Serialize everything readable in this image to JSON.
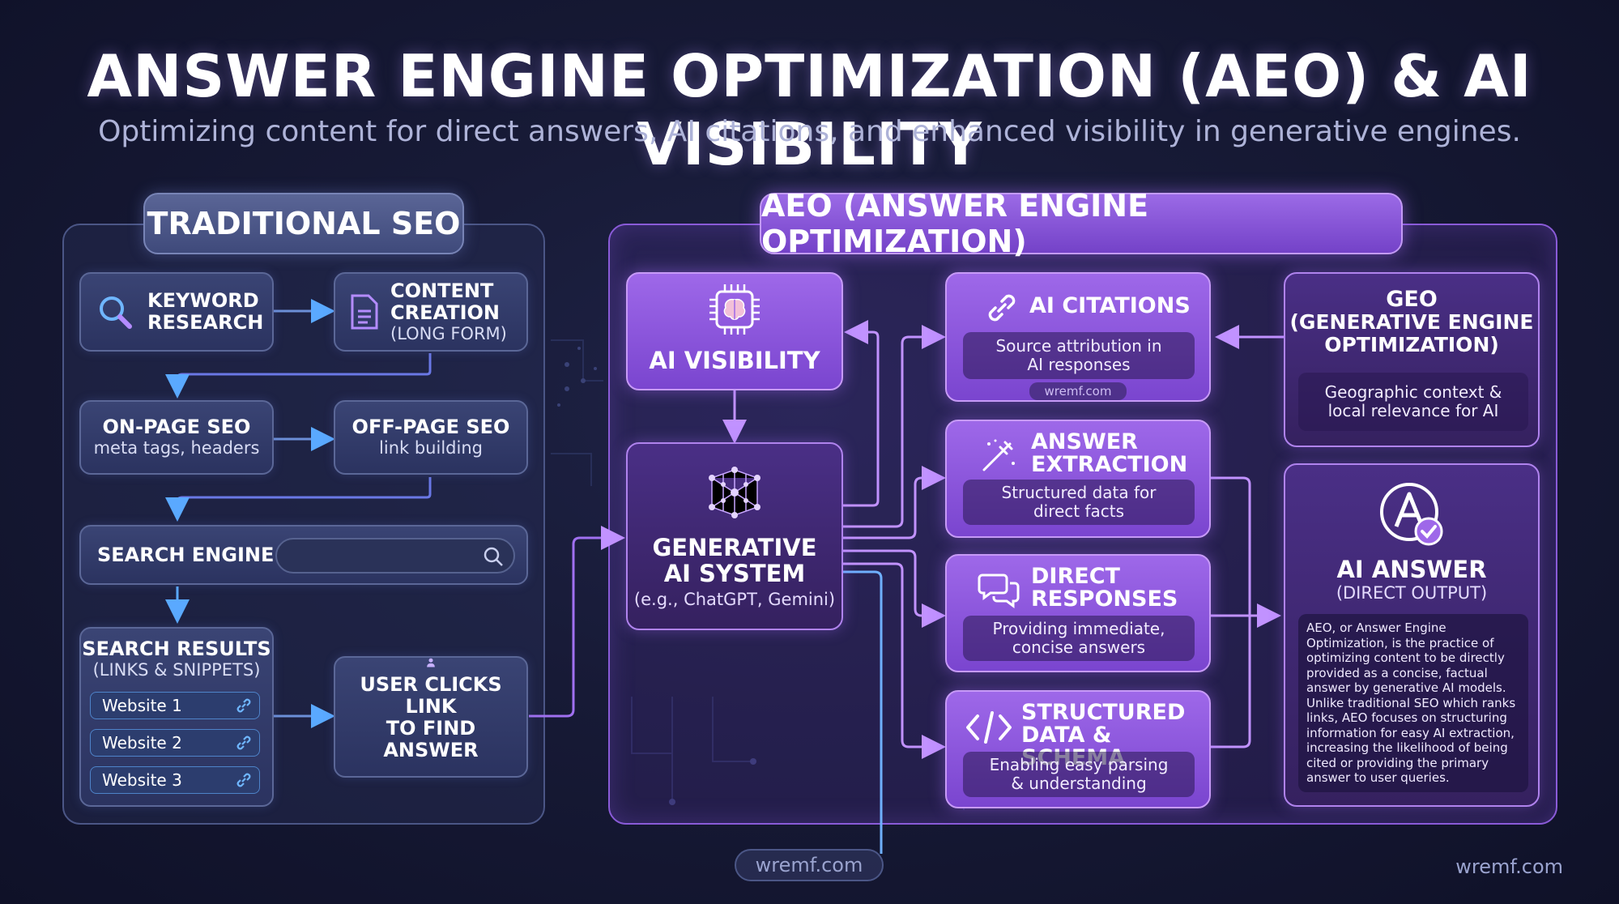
{
  "title": "ANSWER ENGINE OPTIMIZATION (AEO) & AI VISIBILITY",
  "subtitle": "Optimizing content for direct answers, AI citations, and enhanced visibility in generative engines.",
  "traditional_seo": {
    "header": "TRADITIONAL SEO",
    "keyword_research": "KEYWORD RESEARCH",
    "content_creation": "CONTENT CREATION",
    "content_creation_sub": "(LONG FORM)",
    "on_page": "ON-PAGE SEO",
    "on_page_sub": "meta tags, headers",
    "off_page": "OFF-PAGE SEO",
    "off_page_sub": "link building",
    "search_engine": "SEARCH ENGINE",
    "search_results": "SEARCH RESULTS",
    "search_results_sub": "(LINKS & SNIPPETS)",
    "websites": [
      "Website 1",
      "Website 2",
      "Website 3"
    ],
    "user_clicks_line1": "USER CLICKS LINK",
    "user_clicks_line2": "TO FIND ANSWER"
  },
  "aeo": {
    "header": "AEO (ANSWER ENGINE OPTIMIZATION)",
    "ai_visibility": "AI VISIBILITY",
    "gen_ai_line1": "GENERATIVE",
    "gen_ai_line2": "AI SYSTEM",
    "gen_ai_sub": "(e.g., ChatGPT, Gemini)",
    "ai_citations": "AI CITATIONS",
    "ai_citations_desc1": "Source attribution in",
    "ai_citations_desc2": "AI responses",
    "ai_citations_watermark": "wremf.com",
    "answer_extraction_line1": "ANSWER",
    "answer_extraction_line2": "EXTRACTION",
    "answer_extraction_desc1": "Structured data for",
    "answer_extraction_desc2": "direct facts",
    "direct_responses_line1": "DIRECT",
    "direct_responses_line2": "RESPONSES",
    "direct_responses_desc1": "Providing immediate,",
    "direct_responses_desc2": "concise answers",
    "structured_line1": "STRUCTURED",
    "structured_line2": "DATA & SCHEMA",
    "structured_desc1": "Enabling easy parsing",
    "structured_desc2": "& understanding",
    "geo_line1": "GEO",
    "geo_line2": "(GENERATIVE ENGINE",
    "geo_line3": "OPTIMIZATION)",
    "geo_desc1": "Geographic context &",
    "geo_desc2": "local relevance for AI",
    "ai_answer": "AI ANSWER",
    "ai_answer_sub": "(DIRECT OUTPUT)",
    "ai_answer_text": "AEO, or Answer Engine Optimization, is the practice of optimizing content to be directly provided as a concise, factual answer by generative AI models. Unlike traditional SEO which ranks links, AEO focuses on structuring information for easy AI extraction, increasing the likelihood of being cited or providing the primary answer to user queries."
  },
  "watermark_center": "wremf.com",
  "watermark_right": "wremf.com",
  "colors": {
    "seo_blue": "#5aa9ff",
    "aeo_purple": "#a06cf0",
    "background": "#171a36"
  }
}
